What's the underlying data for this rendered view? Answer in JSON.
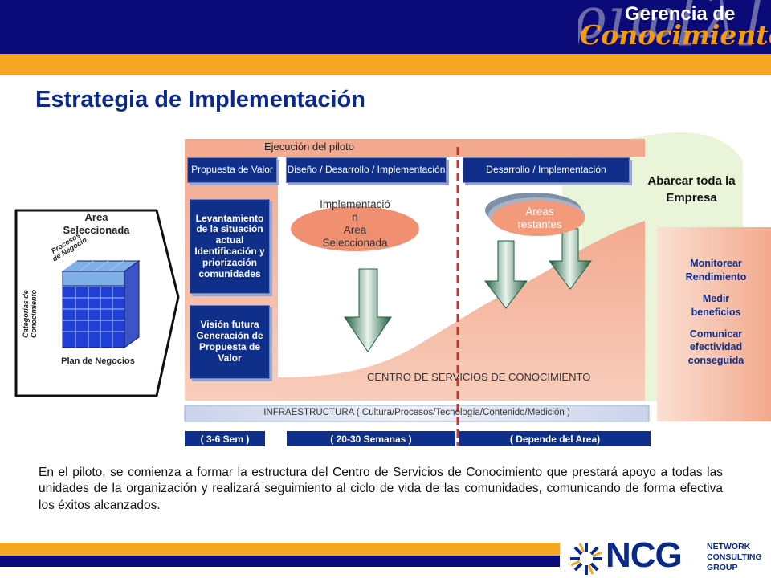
{
  "header": {
    "brand_deco": "aδριω[λ]",
    "brand_line1": "Gerencia de",
    "brand_line2": "Conocimiento"
  },
  "title": "Estrategia de Implementación",
  "left_panel": {
    "title_line1": "Area",
    "title_line2": "Seleccionada",
    "procesos_line1": "Procesos",
    "procesos_line2": "de Negocio",
    "categorias_line1": "Categorías de",
    "categorias_line2": "Conocimiento",
    "plan": "Plan de Negocios"
  },
  "pilot": {
    "label": "Ejecución del piloto",
    "box_propuesta": "Propuesta de Valor",
    "box_levantamiento": "Levantamiento de la situación actual Identificación y priorización comunidades",
    "box_vision": "Visión futura Generación de Propuesta de Valor"
  },
  "phases": {
    "diseno": "Diseño / Desarrollo / Implementación",
    "desarrollo": "Desarrollo / Implementación"
  },
  "ovals": {
    "implementacion_line1": "Implementació",
    "implementacion_line2": "n",
    "implementacion_line3": "Area",
    "implementacion_line4": "Seleccionada",
    "areas_line1": "Areas",
    "areas_line2": "restantes"
  },
  "abarcar_line1": "Abarcar toda la",
  "abarcar_line2": "Empresa",
  "monitor": {
    "line1": "Monitorear",
    "line2": "Rendimiento",
    "line3": "Medir",
    "line4": "beneficios",
    "line5": "Comunicar",
    "line6": "efectividad",
    "line7": "conseguida"
  },
  "centro": "CENTRO DE SERVICIOS DE CONOCIMIENTO",
  "infra": "INFRAESTRUCTURA   ( Cultura/Procesos/Tecnología/Contenido/Medición )",
  "durations": {
    "d1": "( 3-6 Sem )",
    "d2": "( 20-30 Semanas )",
    "d3": "( Depende del Area)"
  },
  "paragraph": "En el piloto, se comienza a formar la estructura del Centro de Servicios de Conocimiento que prestará apoyo a todas las unidades de la organización y realizará seguimiento al ciclo de vida de las comunidades, comunicando de forma efectiva los éxitos alcanzados.",
  "logo": {
    "letters": "NCG",
    "line1": "NETWORK",
    "line2": "CONSULTING",
    "line3": "GROUP"
  },
  "colors": {
    "navy": "#0a0a78",
    "orange": "#f5a623",
    "box_blue": "#0f2f8a",
    "salmon": "#f4b7a0",
    "dashed_red": "#c0392b"
  }
}
